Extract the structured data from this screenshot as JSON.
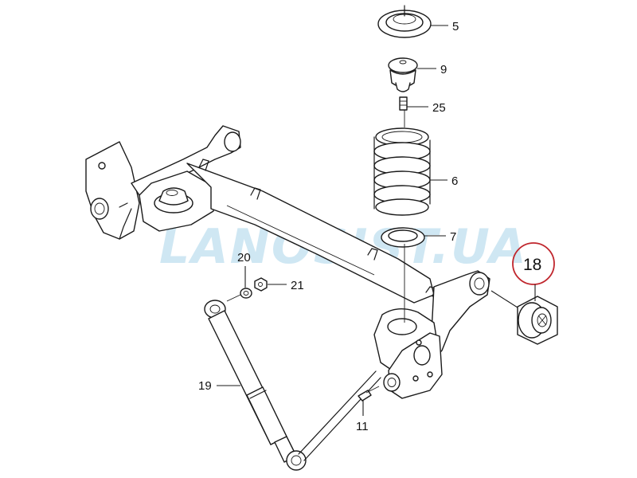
{
  "watermark": "LANOSIST.UA",
  "highlight_color": "#c0262d",
  "callouts": [
    {
      "id": "5",
      "label": "5"
    },
    {
      "id": "9",
      "label": "9"
    },
    {
      "id": "25",
      "label": "25"
    },
    {
      "id": "6",
      "label": "6"
    },
    {
      "id": "7",
      "label": "7"
    },
    {
      "id": "18",
      "label": "18",
      "highlighted": true
    },
    {
      "id": "20",
      "label": "20"
    },
    {
      "id": "21",
      "label": "21"
    },
    {
      "id": "19",
      "label": "19"
    },
    {
      "id": "11",
      "label": "11"
    }
  ]
}
